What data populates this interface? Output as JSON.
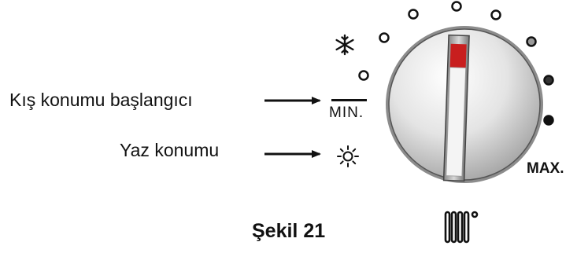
{
  "labels": {
    "winter_start": "Kış konumu başlangıcı",
    "summer": "Yaz konumu",
    "min": "MIN.",
    "max": "MAX.",
    "caption": "Şekil 21"
  },
  "icons": {
    "winter": "snowflake-icon",
    "summer": "sun-icon",
    "radiator": "radiator-icon"
  },
  "colors": {
    "ink": "#111111",
    "knob_face": "#e6e6e6",
    "indicator_red": "#c81e1e"
  }
}
